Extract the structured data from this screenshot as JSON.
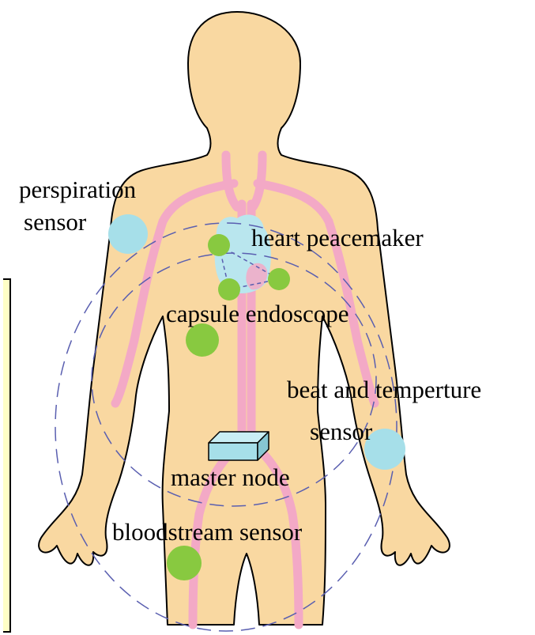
{
  "labels": {
    "perspiration_line1": "perspiration",
    "perspiration_line2": "sensor",
    "heart": "heart peacemaker",
    "capsule": "capsule endoscope",
    "beat_line1": "beat and temperture",
    "beat_line2": "sensor",
    "master": "master node",
    "bloodstream": "bloodstream sensor"
  },
  "colors": {
    "skin": "#f9d8a1",
    "outline": "#000000",
    "vessels": "#f3a9c6",
    "heart_area": "#b9e6ee",
    "green_sensor": "#88c940",
    "blue_sensor": "#a6dfe9",
    "master_node": "#a6dfe9",
    "network_dash": "#5a5fb0",
    "note_box": "#ffffc6"
  }
}
